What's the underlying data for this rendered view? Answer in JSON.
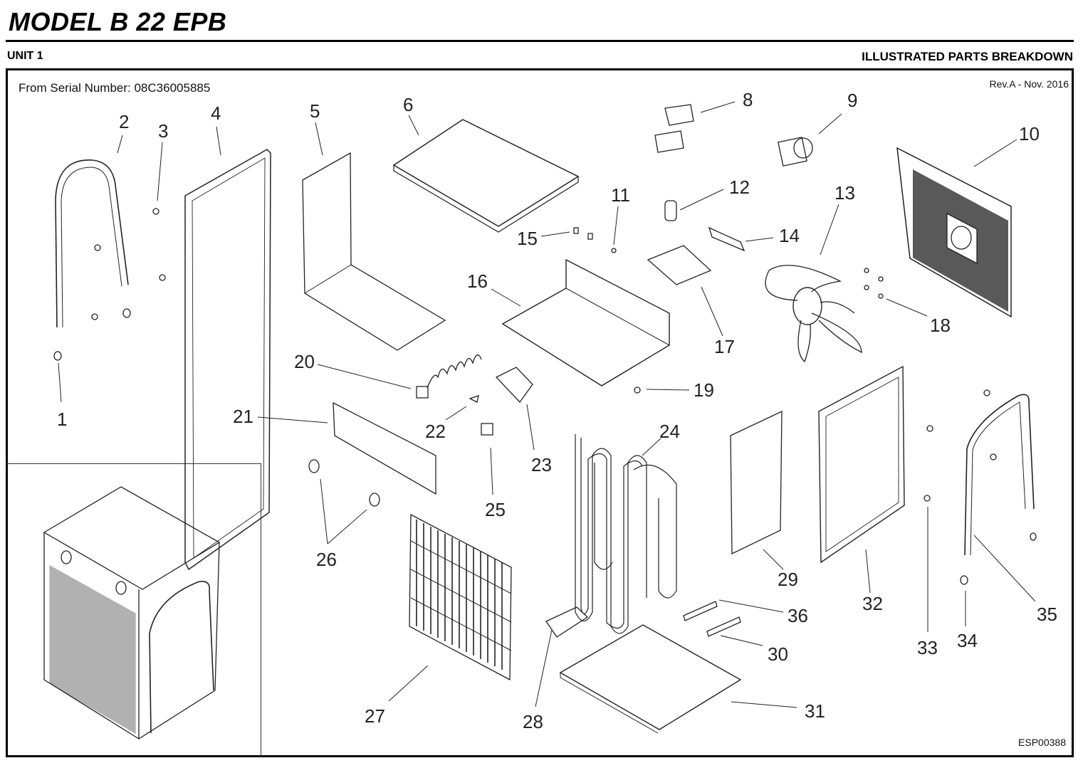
{
  "header": {
    "model_title": "MODEL  B 22 EPB",
    "unit_label": "UNIT 1",
    "section_label": "ILLUSTRATED PARTS BREAKDOWN"
  },
  "sheet": {
    "serial_text": "From Serial Number:  08C36005885",
    "revision": "Rev.A - Nov. 2016",
    "document_code": "ESP00388"
  },
  "callouts": [
    {
      "id": "1",
      "label": "1"
    },
    {
      "id": "2",
      "label": "2"
    },
    {
      "id": "3",
      "label": "3"
    },
    {
      "id": "4",
      "label": "4"
    },
    {
      "id": "5",
      "label": "5"
    },
    {
      "id": "6",
      "label": "6"
    },
    {
      "id": "8",
      "label": "8"
    },
    {
      "id": "9",
      "label": "9"
    },
    {
      "id": "10",
      "label": "10"
    },
    {
      "id": "11",
      "label": "11"
    },
    {
      "id": "12",
      "label": "12"
    },
    {
      "id": "13",
      "label": "13"
    },
    {
      "id": "14",
      "label": "14"
    },
    {
      "id": "15",
      "label": "15"
    },
    {
      "id": "16",
      "label": "16"
    },
    {
      "id": "17",
      "label": "17"
    },
    {
      "id": "18",
      "label": "18"
    },
    {
      "id": "19",
      "label": "19"
    },
    {
      "id": "20",
      "label": "20"
    },
    {
      "id": "21",
      "label": "21"
    },
    {
      "id": "22",
      "label": "22"
    },
    {
      "id": "23",
      "label": "23"
    },
    {
      "id": "24",
      "label": "24"
    },
    {
      "id": "25",
      "label": "25"
    },
    {
      "id": "26",
      "label": "26"
    },
    {
      "id": "27",
      "label": "27"
    },
    {
      "id": "28",
      "label": "28"
    },
    {
      "id": "29",
      "label": "29"
    },
    {
      "id": "30",
      "label": "30"
    },
    {
      "id": "31",
      "label": "31"
    },
    {
      "id": "32",
      "label": "32"
    },
    {
      "id": "33",
      "label": "33"
    },
    {
      "id": "34",
      "label": "34"
    },
    {
      "id": "35",
      "label": "35"
    },
    {
      "id": "36",
      "label": "36"
    }
  ]
}
